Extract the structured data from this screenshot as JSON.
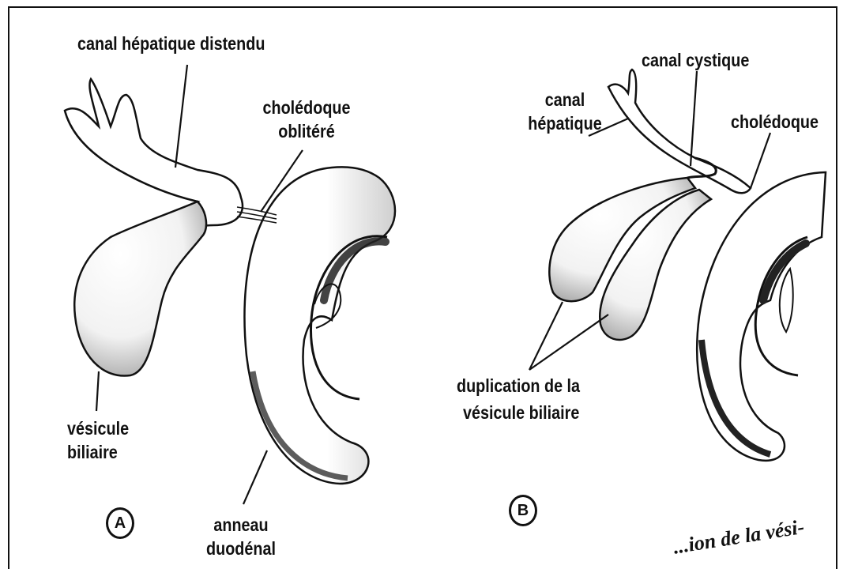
{
  "panels": {
    "A": {
      "tag": "A",
      "labels": {
        "hepatic_duct": "canal hépatique distendu",
        "bile_duct_1": "cholédoque",
        "bile_duct_2": "oblitéré",
        "gallbladder_1": "vésicule",
        "gallbladder_2": "biliaire",
        "duodenal_ring_1": "anneau",
        "duodenal_ring_2": "duodénal"
      }
    },
    "B": {
      "tag": "B",
      "labels": {
        "cystic_duct": "canal cystique",
        "hepatic_duct_1": "canal",
        "hepatic_duct_2": "hépatique",
        "bile_duct": "cholédoque",
        "duplication_1": "duplication de la",
        "duplication_2": "vésicule biliaire"
      }
    }
  },
  "caption_fragment": "...ion de la vési-",
  "colors": {
    "ink": "#111111",
    "shade": "#555555",
    "background": "#ffffff"
  }
}
